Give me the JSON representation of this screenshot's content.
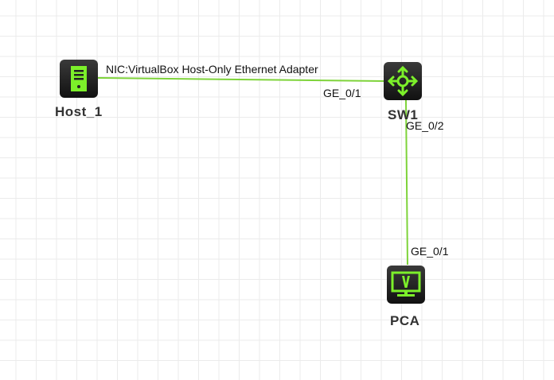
{
  "devices": {
    "host": {
      "name": "Host_1"
    },
    "switch": {
      "name": "SW1"
    },
    "pc": {
      "name": "PCA"
    }
  },
  "links": [
    {
      "a_label": "NIC:VirtualBox Host-Only Ethernet Adapter",
      "b_label": "GE_0/1"
    },
    {
      "a_label": "GE_0/2",
      "b_label": "GE_0/1"
    }
  ],
  "colors": {
    "link": "#7ed33a",
    "icon": "#7cf02a"
  }
}
